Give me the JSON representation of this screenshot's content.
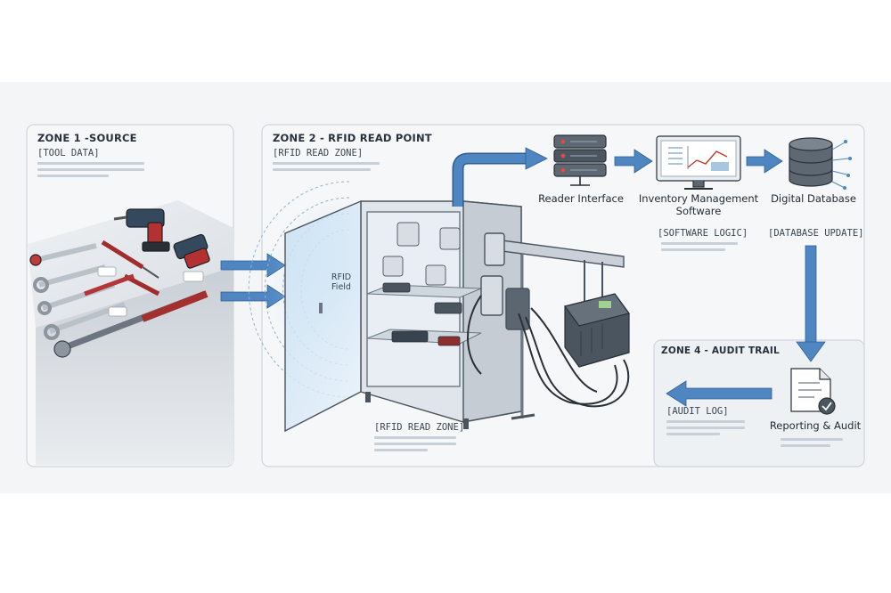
{
  "zones": {
    "zone1": {
      "title": "ZONE 1 -SOURCE",
      "tag": "[TOOL DATA]"
    },
    "zone2": {
      "title": "ZONE 2 - RFID READ POINT",
      "tag": "[RFID READ ZONE]",
      "bottom_tag": "[RFID READ ZONE]",
      "field_label_1": "RFID",
      "field_label_2": "Field"
    },
    "zone4": {
      "title": "ZONE 4 - AUDIT TRAIL",
      "tag": "[AUDIT LOG]"
    }
  },
  "nodes": {
    "reader": {
      "label": "Reader Interface"
    },
    "software": {
      "label_1": "Inventory Management",
      "label_2": "Software",
      "tag": "[SOFTWARE LOGIC]"
    },
    "database": {
      "label": "Digital Database",
      "tag": "[DATABASE UPDATE]"
    },
    "reporting": {
      "label": "Reporting & Audit"
    }
  },
  "colors": {
    "arrow": "#4f86c2",
    "arrow_dark": "#2f5f92",
    "panel_bg": "#f4f6f8",
    "panel_border": "#cfd6dd",
    "text": "#26313b"
  },
  "icons": [
    "server-icon",
    "monitor-chart-icon",
    "database-icon",
    "document-check-icon",
    "rfid-waves-icon",
    "rfid-reader-icon",
    "antenna-icon",
    "tool-icon"
  ]
}
